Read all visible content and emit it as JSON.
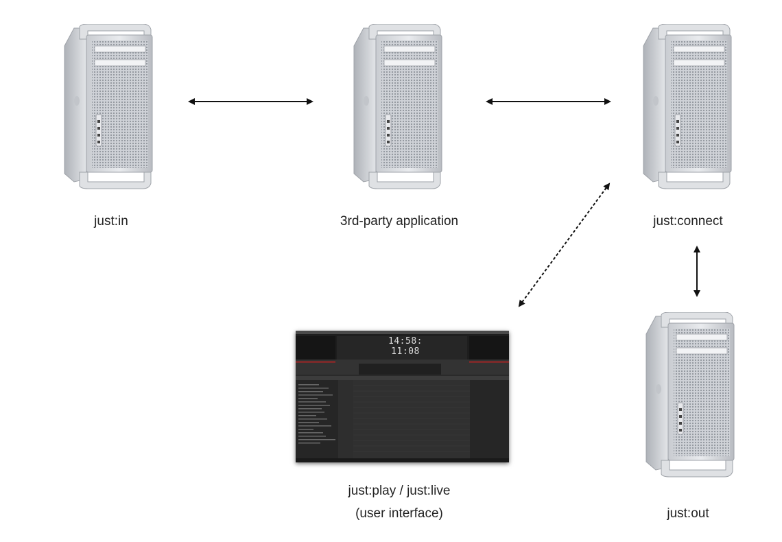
{
  "nodes": {
    "just_in": {
      "label": "just:in",
      "icon": "server-tower-icon"
    },
    "third_party": {
      "label": "3rd-party application",
      "icon": "server-tower-icon"
    },
    "just_connect": {
      "label": "just:connect",
      "icon": "server-tower-icon"
    },
    "just_out": {
      "label": "just:out",
      "icon": "server-tower-icon"
    },
    "ui": {
      "label_line1": "just:play / just:live",
      "label_line2": "(user interface)",
      "icon": "app-screenshot-icon",
      "clock": "14:58: 11:08"
    }
  },
  "edges": [
    {
      "from": "just:in",
      "to": "3rd-party application",
      "style": "solid",
      "direction": "both"
    },
    {
      "from": "3rd-party application",
      "to": "just:connect",
      "style": "solid",
      "direction": "both"
    },
    {
      "from": "just:connect",
      "to": "just:out",
      "style": "solid",
      "direction": "both"
    },
    {
      "from": "just:play / just:live",
      "to": "just:connect",
      "style": "dashed",
      "direction": "both"
    }
  ],
  "colors": {
    "arrow": "#111111",
    "text": "#222222",
    "tower_silver": "#d8dbe0",
    "ui_dark": "#2a2a2a"
  }
}
